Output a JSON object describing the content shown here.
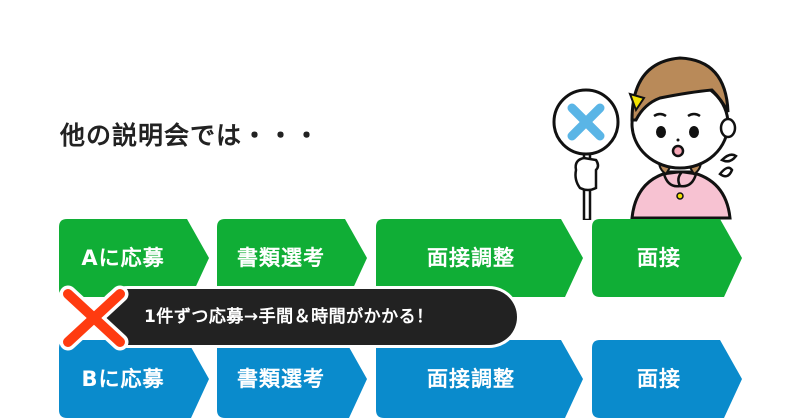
{
  "heading": "他の説明会では・・・",
  "colors": {
    "green": "#10ae36",
    "blue": "#0a8bcc",
    "banner": "#222222",
    "cross": "#ff3b10",
    "sign_cross": "#5ab5e6",
    "hair": "#b98a59",
    "shirt": "#f7c2d2"
  },
  "flow_a": {
    "steps": [
      {
        "label": "Aに応募"
      },
      {
        "label": "書類選考"
      },
      {
        "label": "面接調整"
      },
      {
        "label": "面接"
      }
    ]
  },
  "flow_b": {
    "steps": [
      {
        "label": "Bに応募"
      },
      {
        "label": "書類選考"
      },
      {
        "label": "面接調整"
      },
      {
        "label": "面接"
      }
    ]
  },
  "banner": {
    "icon": "cross-mark-icon",
    "text": "1件ずつ応募→手間＆時間がかかる！"
  },
  "illustration": {
    "subject": "worried-girl-holding-x-sign",
    "sign_icon": "x-mark-icon"
  }
}
